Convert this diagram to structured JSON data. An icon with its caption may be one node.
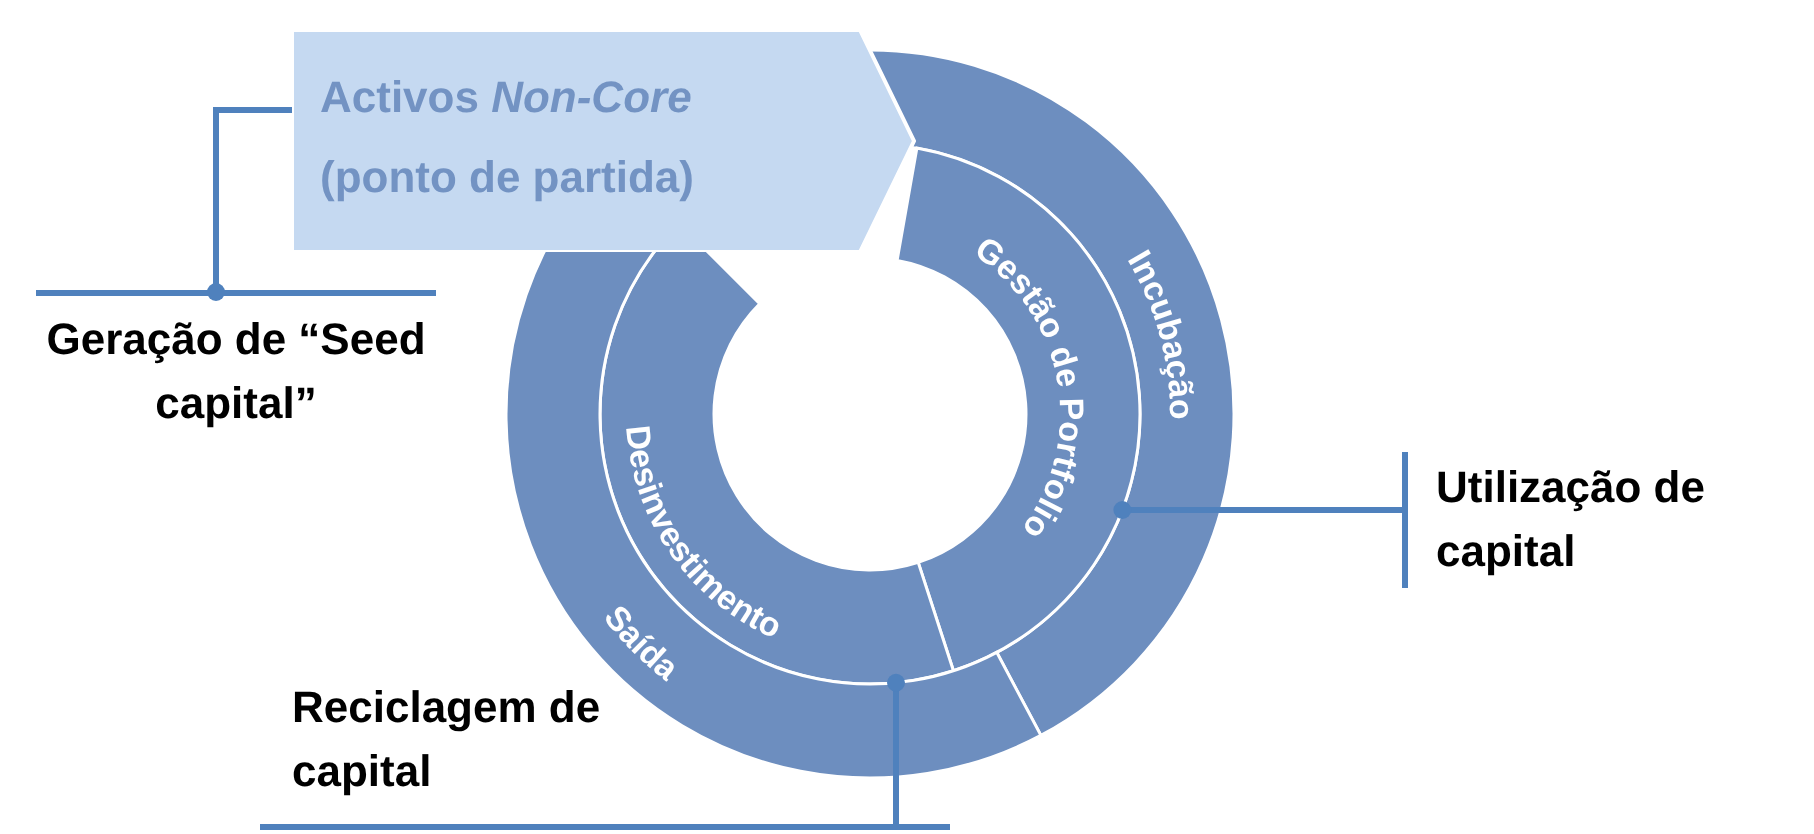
{
  "diagram": {
    "nodes": [
      {
        "text": [
          "Activos *Non-Core* (ponto de partida)"
        ]
      },
      {
        "text": [
          "Incubação"
        ]
      },
      {
        "text": [
          "Gestão de Portfolio"
        ]
      },
      {
        "text": [
          "Desinvestimento"
        ]
      },
      {
        "text": [
          "Saída"
        ]
      },
      {
        "text": [
          "Geração de “Seed capital”"
        ]
      },
      {
        "text": [
          "Utilização de capital"
        ]
      },
      {
        "text": [
          "Reciclagem de capital"
        ]
      }
    ],
    "edges": [
      {
        "from": 0,
        "to": 5,
        "arrow": "other"
      },
      {
        "from": 6,
        "to": 2,
        "arrow": "other"
      },
      {
        "from": 7,
        "to": 3,
        "arrow": "other"
      }
    ]
  }
}
